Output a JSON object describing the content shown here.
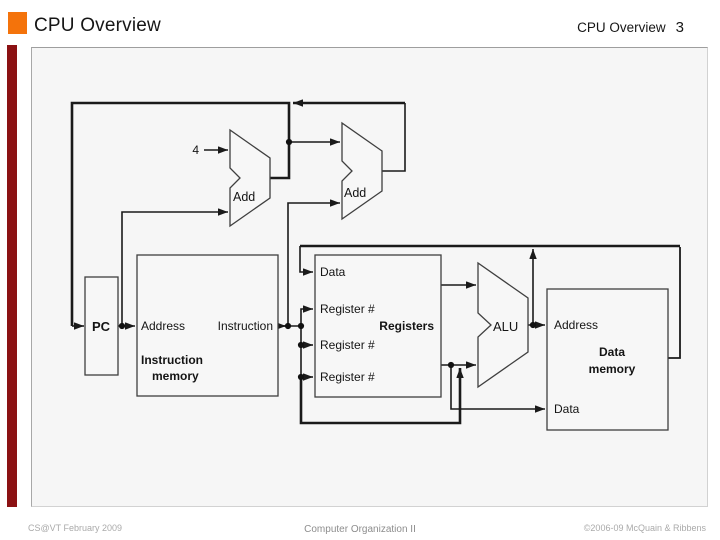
{
  "header": {
    "title": "CPU Overview",
    "section": "CPU Overview",
    "page_number": "3"
  },
  "footer": {
    "left": "CS@VT February 2009",
    "center": "Computer Organization II",
    "right": "©2006-09 McQuain & Ribbens"
  },
  "colors": {
    "accent_orange": "#f4730b",
    "accent_dark_red": "#8b1113",
    "slide_background": "#f6f6f6",
    "wire": "#1a1a1a"
  },
  "diagram": {
    "constant_four": "4",
    "adder1": {
      "label": "Add"
    },
    "adder2": {
      "label": "Add"
    },
    "alu": {
      "label": "ALU"
    },
    "pc": {
      "label": "PC"
    },
    "instruction_memory": {
      "port_address": "Address",
      "port_instruction": "Instruction",
      "title_line1": "Instruction",
      "title_line2": "memory"
    },
    "registers": {
      "port_data": "Data",
      "port_register1": "Register #",
      "port_register2": "Register #",
      "port_register3": "Register #",
      "title": "Registers"
    },
    "data_memory": {
      "port_address": "Address",
      "port_data": "Data",
      "title_line1": "Data",
      "title_line2": "memory"
    }
  }
}
